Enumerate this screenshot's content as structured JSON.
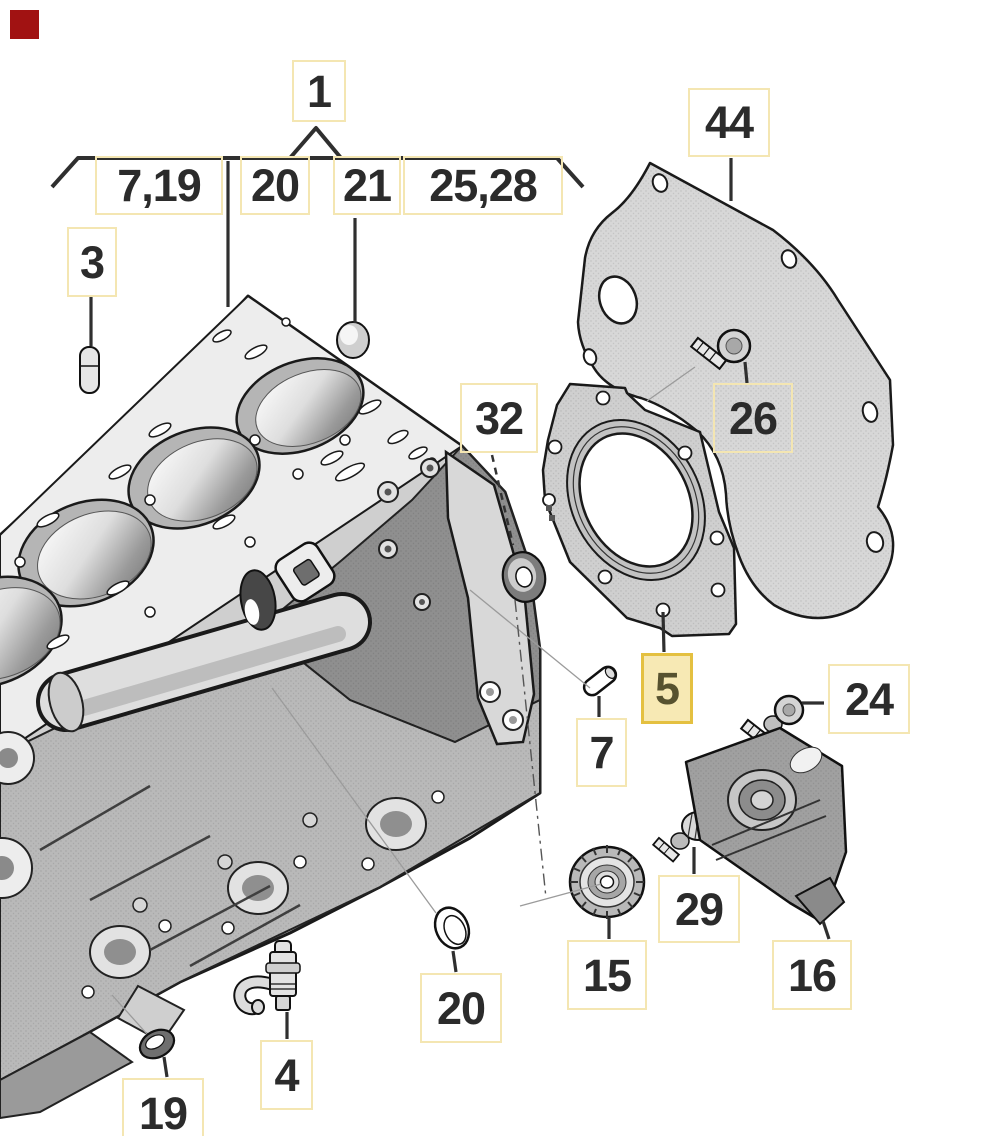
{
  "colors": {
    "marker_red": "#a11212",
    "label_border": "#f4e6b2",
    "label_text": "#2b2b2b",
    "highlight_fill": "#f7e9b4",
    "highlight_border": "#e4c040",
    "highlight_text": "#57522f",
    "leader_line": "#2f2f2f"
  },
  "labels": [
    {
      "id": "1",
      "text": "1",
      "highlighted": false
    },
    {
      "id": "7-19",
      "text": "7,19",
      "highlighted": false
    },
    {
      "id": "20-top",
      "text": "20",
      "highlighted": false
    },
    {
      "id": "21",
      "text": "21",
      "highlighted": false
    },
    {
      "id": "25-28",
      "text": "25,28",
      "highlighted": false
    },
    {
      "id": "3",
      "text": "3",
      "highlighted": false
    },
    {
      "id": "44",
      "text": "44",
      "highlighted": false
    },
    {
      "id": "32",
      "text": "32",
      "highlighted": false
    },
    {
      "id": "26",
      "text": "26",
      "highlighted": false
    },
    {
      "id": "5",
      "text": "5",
      "highlighted": true
    },
    {
      "id": "24",
      "text": "24",
      "highlighted": false
    },
    {
      "id": "7",
      "text": "7",
      "highlighted": false
    },
    {
      "id": "29",
      "text": "29",
      "highlighted": false
    },
    {
      "id": "15",
      "text": "15",
      "highlighted": false
    },
    {
      "id": "16",
      "text": "16",
      "highlighted": false
    },
    {
      "id": "20-bottom",
      "text": "20",
      "highlighted": false
    },
    {
      "id": "4",
      "text": "4",
      "highlighted": false
    },
    {
      "id": "19",
      "text": "19",
      "highlighted": false
    }
  ]
}
